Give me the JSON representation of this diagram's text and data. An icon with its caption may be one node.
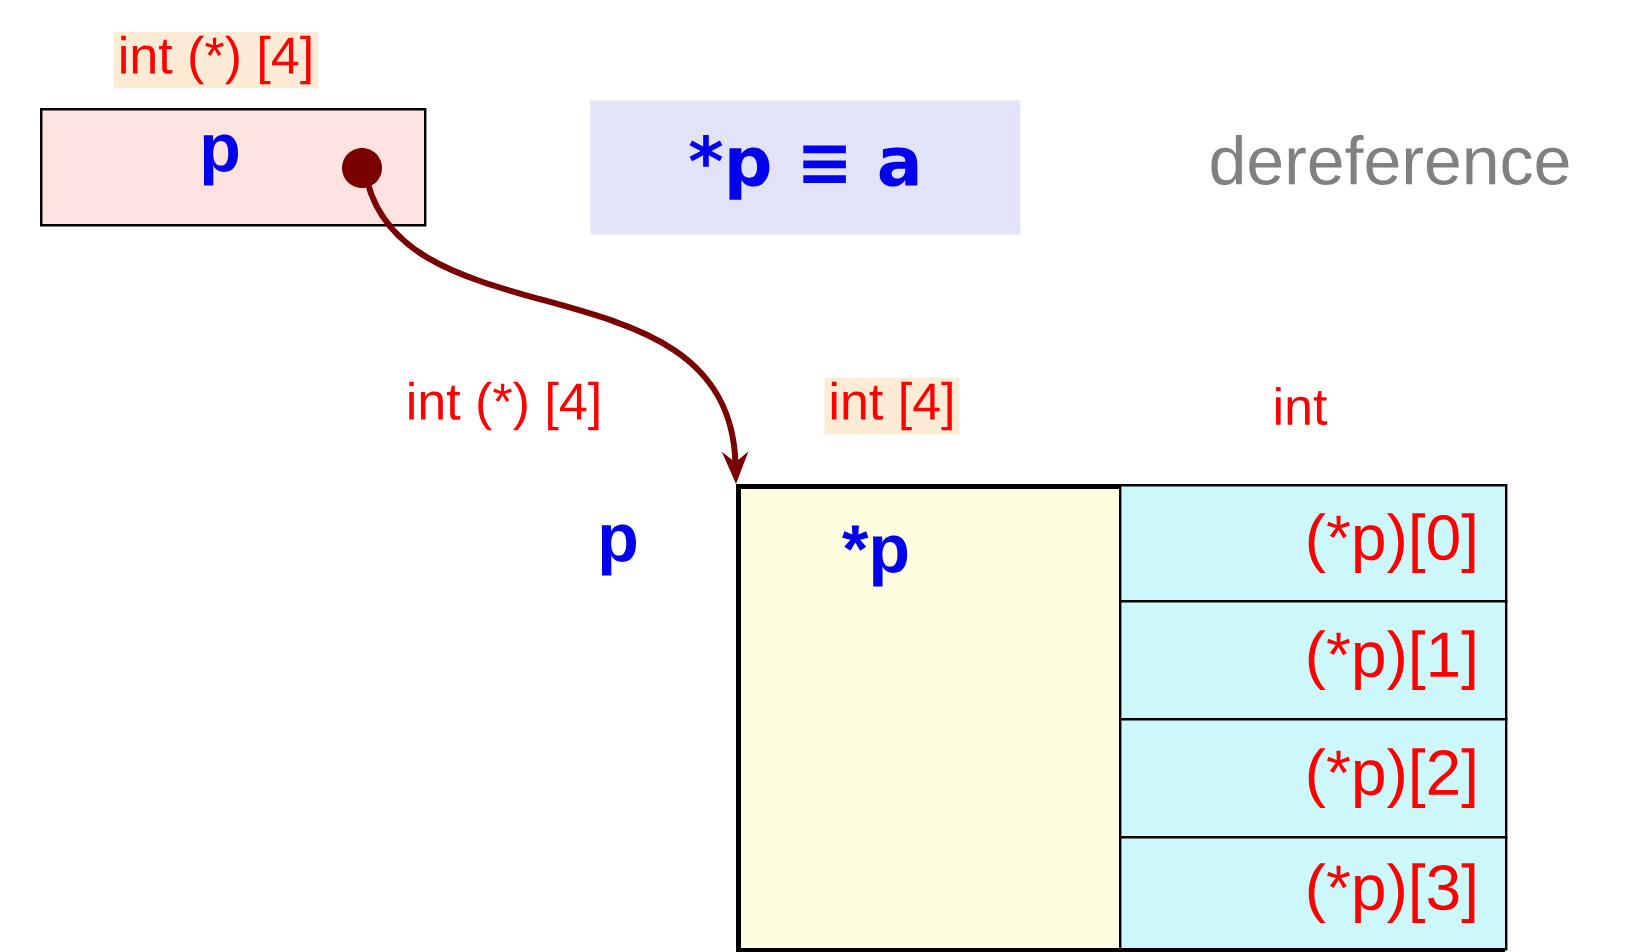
{
  "diagram": {
    "nodes": [
      {
        "text": [
          "int (*) [4]",
          "p"
        ]
      },
      {
        "text": [
          "*p ≡ a"
        ]
      },
      {
        "text": [
          "int [4]",
          "*p"
        ],
        "beside": [
          "p"
        ]
      },
      {
        "text": [
          "(*p)[0]"
        ],
        "in": 2
      },
      {
        "text": [
          "(*p)[1]"
        ],
        "in": 2
      },
      {
        "text": [
          "(*p)[2]"
        ],
        "in": 2
      },
      {
        "text": [
          "(*p)[3]"
        ],
        "in": 2
      }
    ],
    "edges": [
      {
        "from": 0,
        "to": 2,
        "arrow": "to"
      }
    ],
    "labels": [
      "dereference",
      "int (*) [4]",
      "int"
    ]
  }
}
